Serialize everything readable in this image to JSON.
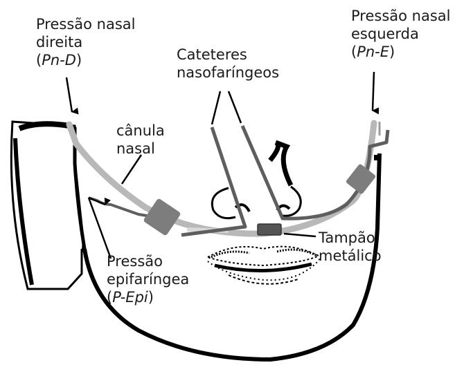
{
  "labels": {
    "pn_d": {
      "line1": "Pressão nasal",
      "line2": "direita",
      "open": "(",
      "code": "Pn-D",
      "close": ")"
    },
    "pn_e": {
      "line1": "Pressão nasal",
      "line2": "esquerda",
      "open": "(",
      "code": "Pn-E",
      "close": ")"
    },
    "cateteres": {
      "line1": "Cateteres",
      "line2": "nasofaríngeos"
    },
    "canula": {
      "line1": "cânula",
      "line2": "nasal"
    },
    "tampao": {
      "line1": "Tampão",
      "line2": "metálico"
    },
    "p_epi": {
      "line1": "Pressão",
      "line2": "epifaríngea",
      "open": "(",
      "code": "P-Epi",
      "close": ")"
    }
  },
  "colors": {
    "outline": "#000000",
    "cannula": "#b8b8b8",
    "catheter": "#5e5e5e",
    "tape": "#7d7d7d",
    "plug": "#555555"
  }
}
